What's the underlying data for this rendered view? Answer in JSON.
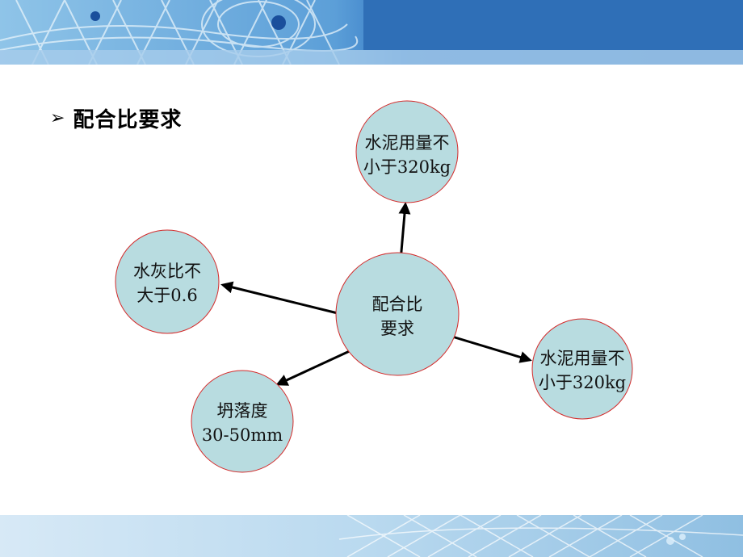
{
  "heading": {
    "bullet": "➢",
    "text": "配合比要求"
  },
  "diagram": {
    "center": {
      "lines": [
        "配合比",
        "要求"
      ]
    },
    "nodes": {
      "top": {
        "lines": [
          "水泥用量不",
          "小于320kg"
        ]
      },
      "left": {
        "lines": [
          "水灰比不",
          "大于0.6"
        ]
      },
      "right": {
        "lines": [
          "水泥用量不",
          "小于320kg"
        ]
      },
      "bottom": {
        "lines": [
          "坍落度",
          "30-50mm"
        ]
      }
    }
  },
  "colors": {
    "node_fill": "#b8dce0",
    "node_stroke": "#d42a2a",
    "banner_blue": "#2f6fb7",
    "footer_blue": "#a9cde8"
  }
}
